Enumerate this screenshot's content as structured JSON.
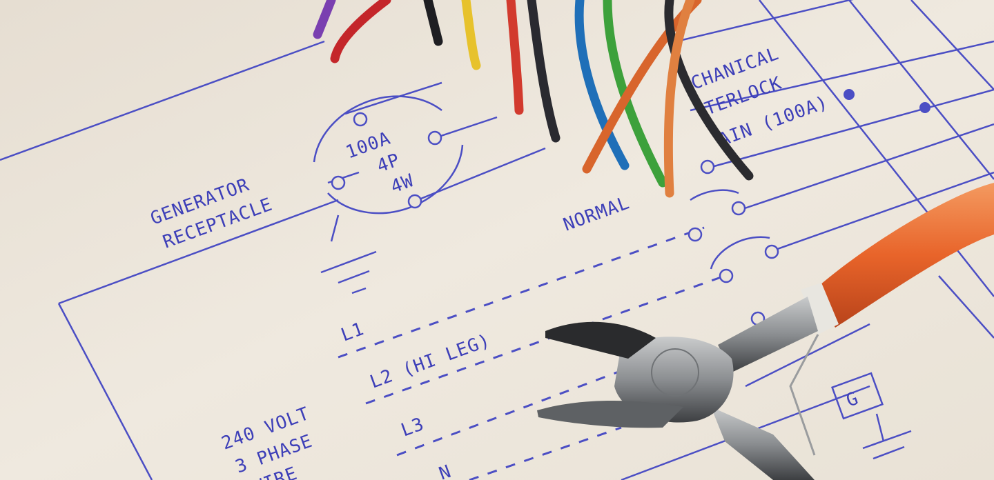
{
  "schematic": {
    "generator_label_1": "GENERATOR",
    "generator_label_2": "RECEPTACLE",
    "receptacle_rating_1": "100A",
    "receptacle_rating_2": "4P",
    "receptacle_rating_3": "4W",
    "normal_label": "NORMAL",
    "interlock_label_1": "CHANICAL",
    "interlock_label_2": "TERLOCK",
    "interlock_label_3": "AIN (100A)",
    "line_l1": "L1",
    "line_l2": "L2 (HI LEG)",
    "line_l3": "L3",
    "line_n": "N",
    "supply_label_1": "240 VOLT",
    "supply_label_2": "3 PHASE",
    "supply_label_3": "WIRE",
    "ground_label": "G"
  },
  "colors": {
    "paper": "#ece5da",
    "ink": "#4b4ec4",
    "plier_handle": "#e8642a",
    "plier_steel": "#8d9093"
  },
  "wire_colors": [
    "#7a3fb0",
    "#c4262a",
    "#1e1e22",
    "#e7c22c",
    "#d23a2e",
    "#2a2a30",
    "#1f6fb8",
    "#3da13b",
    "#d8652c",
    "#2b2b2f",
    "#e08040"
  ]
}
